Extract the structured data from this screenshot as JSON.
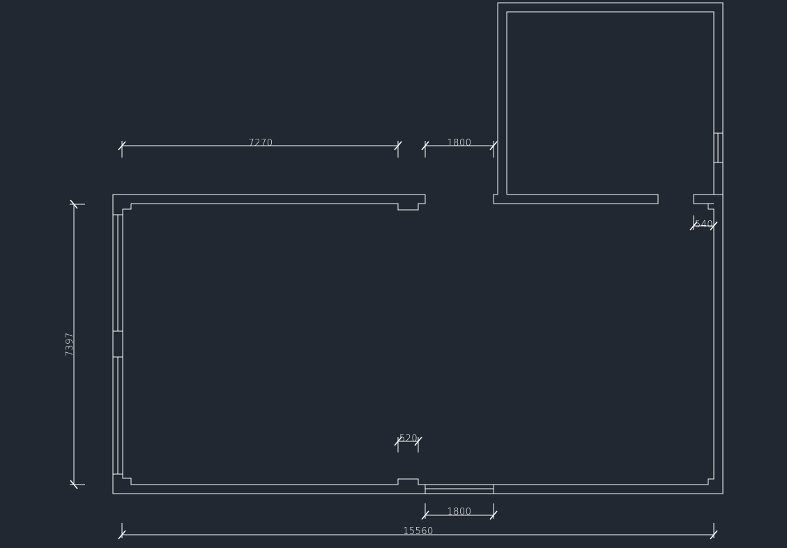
{
  "drawing": {
    "colors": {
      "background": "#212831",
      "line": "#ffffff"
    },
    "dimensions": {
      "top_width_left": "7270",
      "top_width_door": "1800",
      "right_small": "540",
      "inner_small": "520",
      "bottom_door": "1800",
      "overall_width": "15560",
      "overall_height": "7397"
    }
  }
}
